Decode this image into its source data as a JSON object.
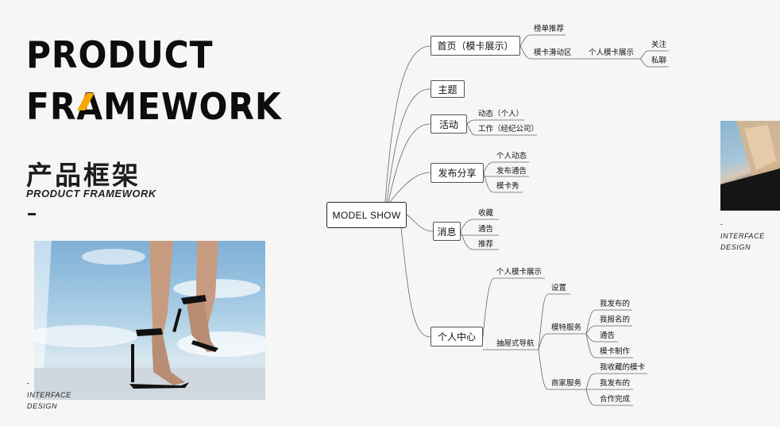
{
  "header": {
    "title_line1": "PRODUCT",
    "title_line2_a": "FRAMEWORK",
    "title_line2_b": "-",
    "title_cn": "产品框架",
    "subtitle": "PRODUCT FRAMEWORK"
  },
  "captions": {
    "left": {
      "dash": "-",
      "line1": "INTERFACE",
      "line2": "DESIGN"
    },
    "right": {
      "dash": "-",
      "line1": "INTERFACE",
      "line2": "DESIGN"
    }
  },
  "colors": {
    "accent": "#f5a800",
    "text": "#111111",
    "background": "#f6f6f5"
  },
  "mindmap": {
    "root": "MODEL SHOW",
    "branches": {
      "home": "首页（模卡展示）",
      "home_children": [
        "榜单推荐",
        "模卡滑动区"
      ],
      "home_sub": "个人模卡展示",
      "home_sub_children": [
        "关注",
        "私聊"
      ],
      "topic": "主题",
      "activity": "活动",
      "activity_children": [
        "动态（个人）",
        "工作（经纪公司）"
      ],
      "publish": "发布分享",
      "publish_children": [
        "个人动态",
        "发布通告",
        "模卡秀"
      ],
      "message": "消息",
      "message_children": [
        "收藏",
        "通告",
        "推荐"
      ],
      "profile": "个人中心",
      "profile_children": [
        "个人模卡展示",
        "抽屉式导航"
      ],
      "drawer_children": [
        "设置",
        "模特服务",
        "商家服务"
      ],
      "model_service": [
        "我发布的",
        "我报名的",
        "通告",
        "模卡制作"
      ],
      "merchant_service": [
        "我收藏的模卡",
        "我发布的",
        "合作完成"
      ]
    }
  }
}
